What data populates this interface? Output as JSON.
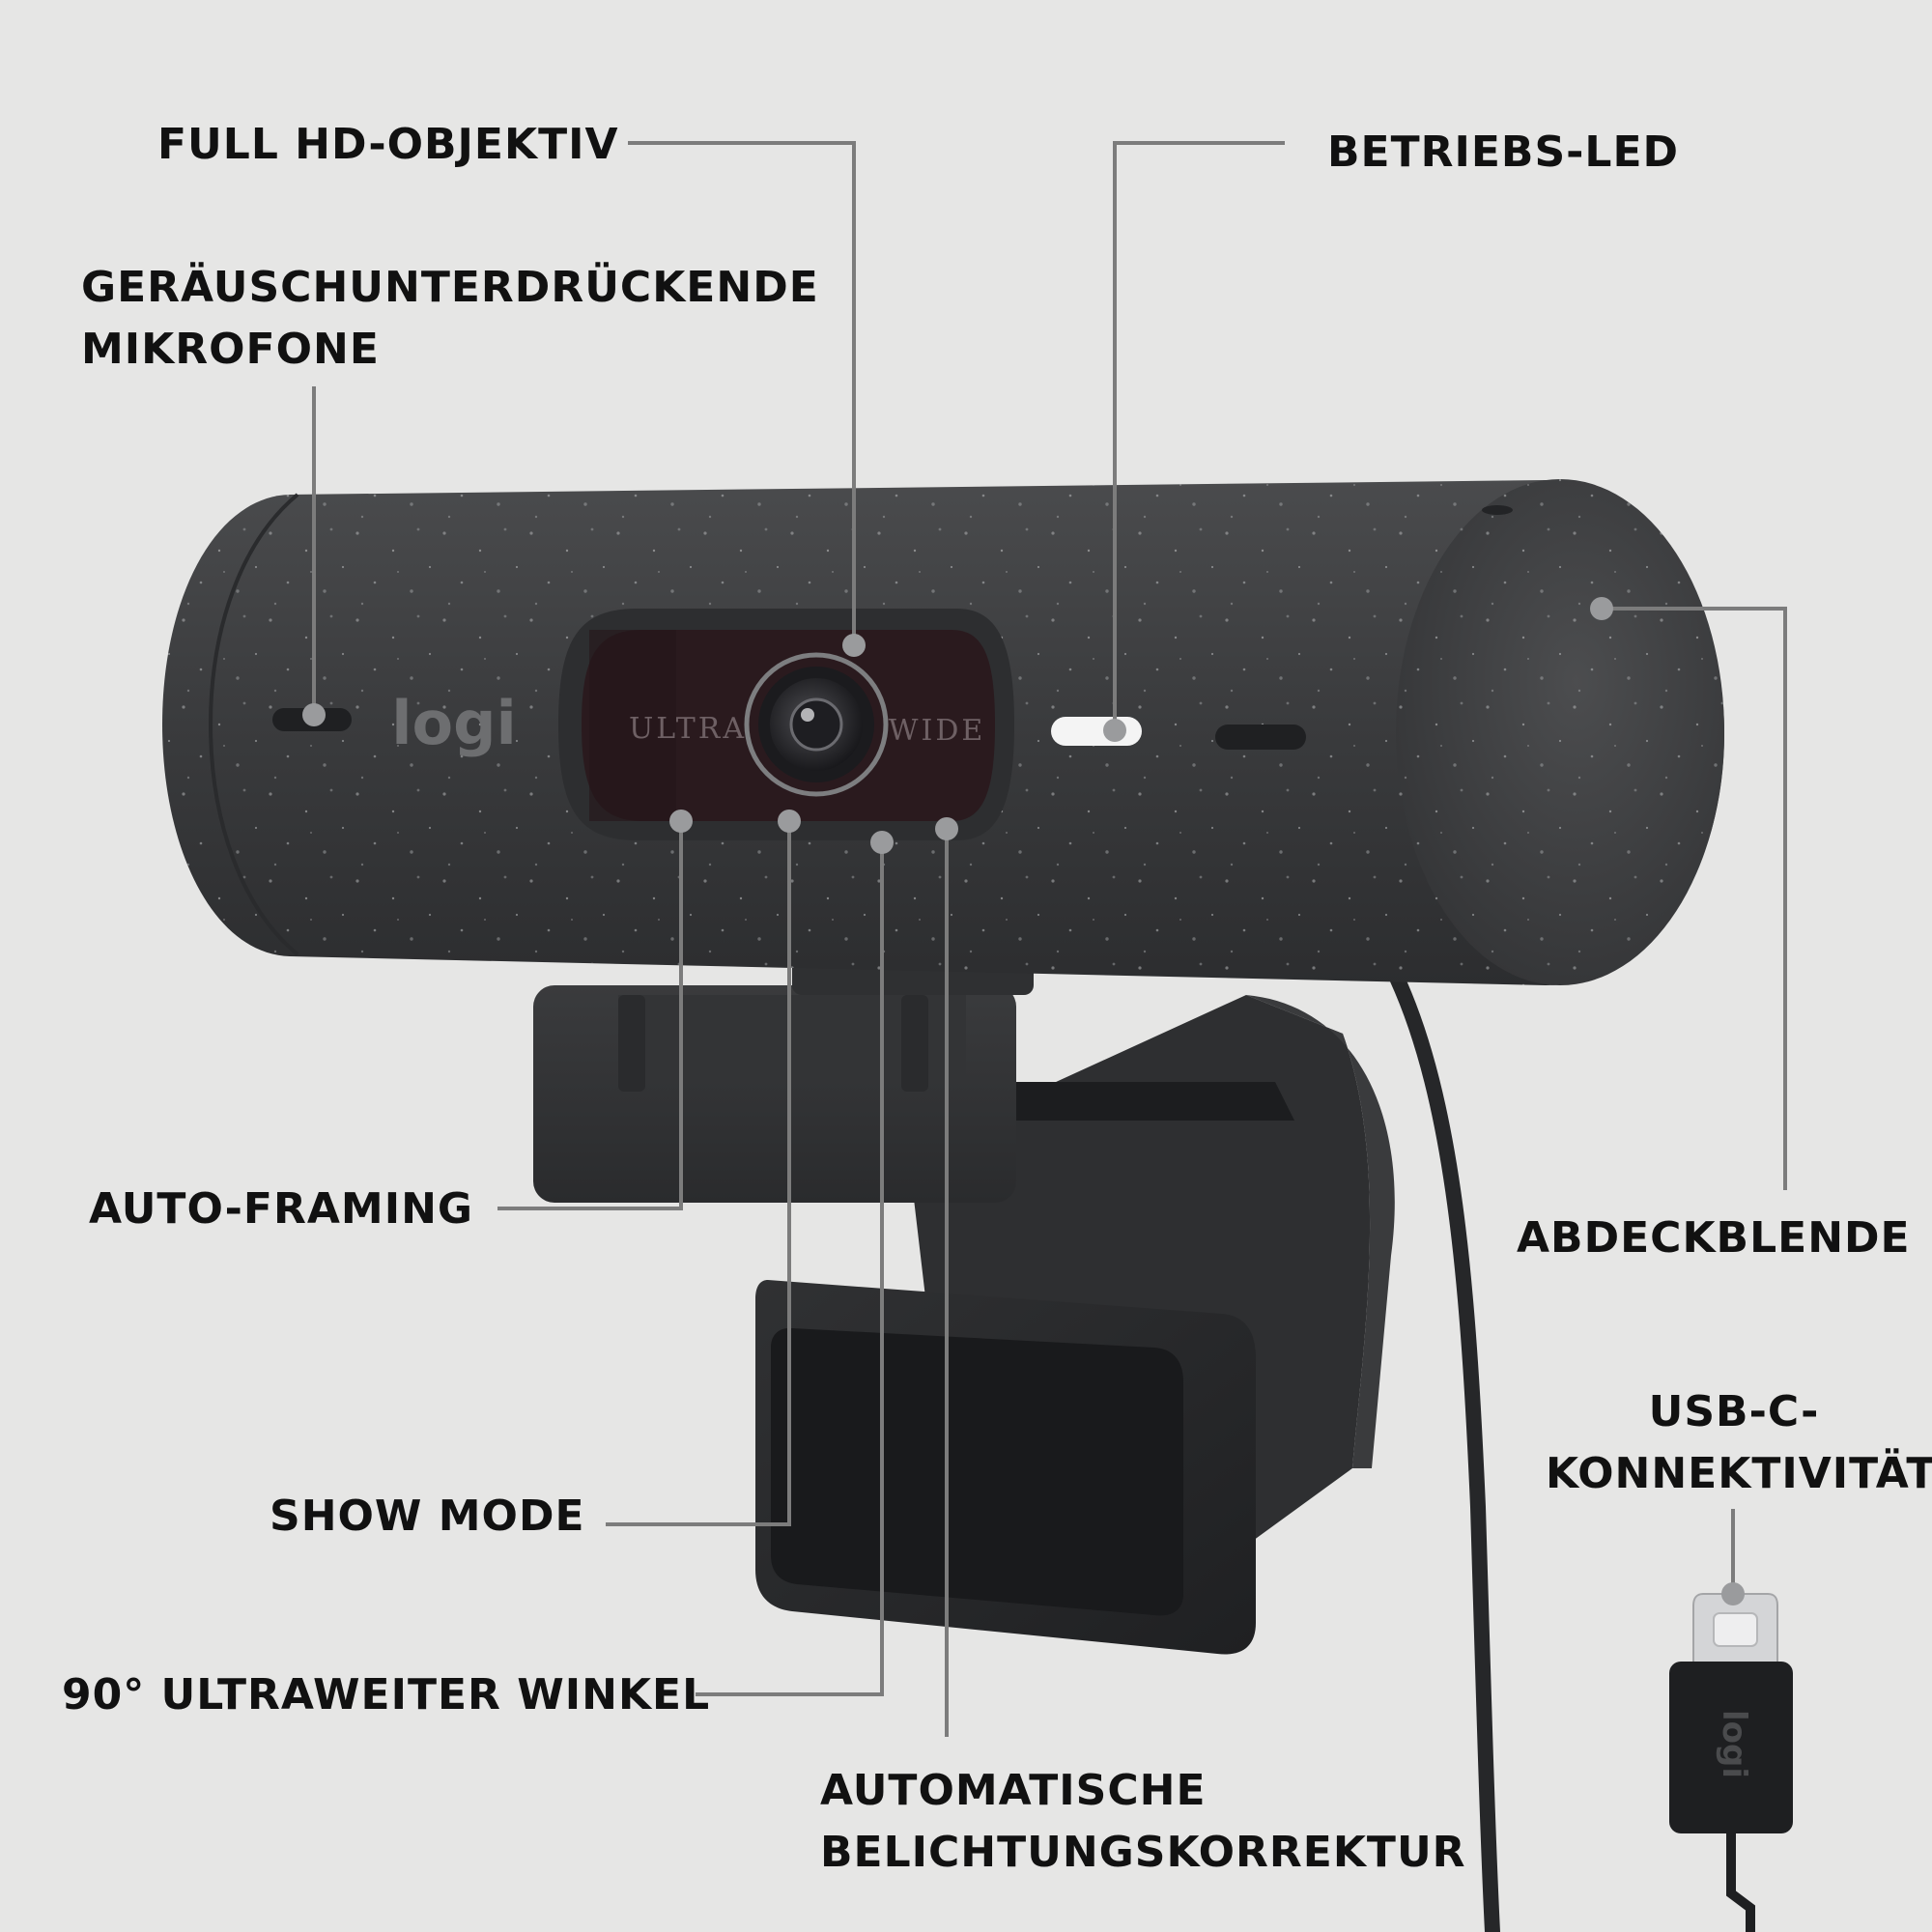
{
  "callouts": {
    "full_hd": "FULL HD-OBJEKTIV",
    "mics_line1": "GERÄUSCHUNTERDRÜCKENDE",
    "mics_line2": "MIKROFONE",
    "led": "BETRIEBS-LED",
    "auto_framing": "AUTO-FRAMING",
    "cover": "ABDECKBLENDE",
    "usb_line1": "USB-C-",
    "usb_line2": "KONNEKTIVITÄT",
    "show_mode": "SHOW MODE",
    "angle": "90° ULTRAWEITER WINKEL",
    "exposure_line1": "AUTOMATISCHE",
    "exposure_line2": "BELICHTUNGSKORREKTUR"
  },
  "device": {
    "brand_logo": "logi",
    "lens_left_text": "ULTRA",
    "lens_right_text": "WIDE",
    "plug_logo": "logi"
  },
  "colors": {
    "background": "#e6e6e5",
    "body": "#3c3d3f",
    "leader": "#7c7c7c",
    "text": "#111111"
  }
}
